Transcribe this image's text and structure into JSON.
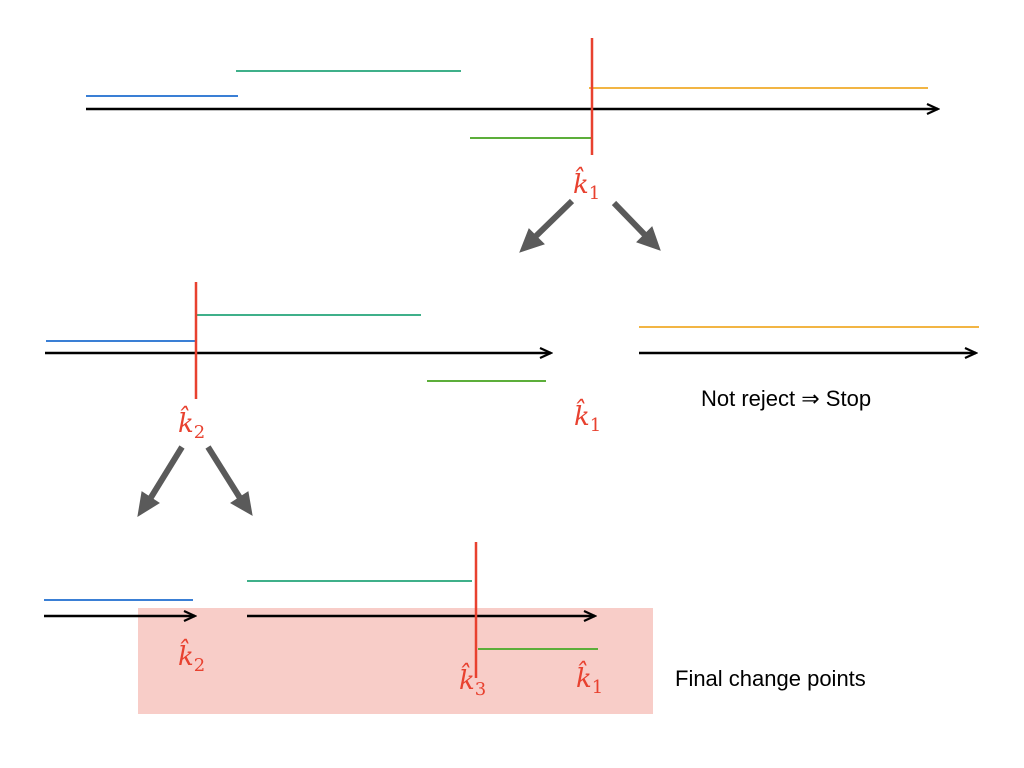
{
  "colors": {
    "background": "#ffffff",
    "axis": "#000000",
    "change_point": "#e8412f",
    "arrow": "#5a5a5a",
    "segment_blue": "#3a7fd5",
    "segment_teal": "#3fb08a",
    "segment_green": "#5cae3a",
    "segment_orange": "#f2b544",
    "highlight": "#f8cdc8"
  },
  "labels": {
    "k1": "k̂",
    "k1_sub": "1",
    "k2": "k̂",
    "k2_sub": "2",
    "k3": "k̂",
    "k3_sub": "3",
    "not_reject": "Not reject ⇒ Stop",
    "final": "Final change points"
  }
}
